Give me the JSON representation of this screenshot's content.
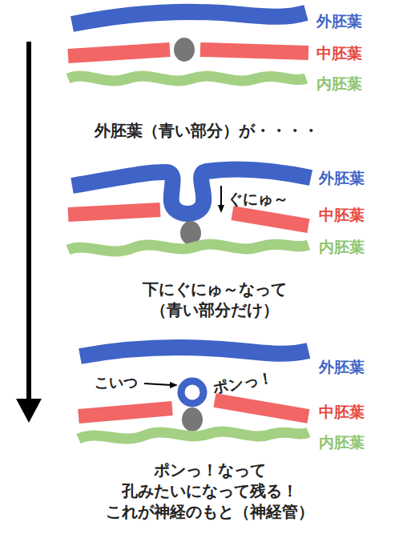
{
  "diagram": {
    "labels": [
      "外胚葉",
      "中胚葉",
      "内胚葉",
      "外胚葉（青い部分）が・・・・",
      "ぐにゅ～",
      "外胚葉",
      "中胚葉",
      "内胚葉",
      "下にぐにゅ～なって （青い部分だけ）",
      "外胚葉",
      "こいつ",
      "ポンっ！",
      "中胚葉",
      "内胚葉",
      "ポンっ！なって 孔みたいになって残る！ これが神経のもと（神経管）"
    ]
  }
}
